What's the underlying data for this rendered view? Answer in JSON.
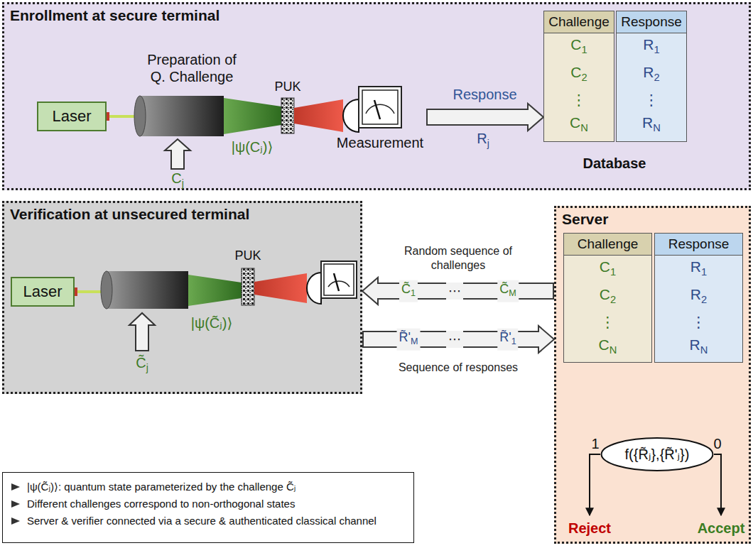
{
  "diagram": {
    "nodes": [
      {
        "text": [
          "Enrollment at secure terminal"
        ]
      },
      {
        "text": [
          "Laser"
        ],
        "in": 0
      },
      {
        "text": [
          "Preparation of Q. Challenge"
        ],
        "in": 0
      },
      {
        "text": [
          "PUK"
        ],
        "in": 0
      },
      {
        "text": [
          "Measurement"
        ],
        "in": 0
      },
      {
        "text": [
          "Challenge",
          "C1",
          "C2",
          "⋮",
          "CN"
        ],
        "in": 0
      },
      {
        "text": [
          "Response",
          "R1",
          "R2",
          "⋮",
          "RN"
        ],
        "in": 0
      },
      {
        "text": [
          "Verification at unsecured terminal"
        ]
      },
      {
        "text": [
          "Laser"
        ],
        "in": 7
      },
      {
        "text": [
          "PUK"
        ],
        "in": 7
      },
      {
        "text": [
          "Server"
        ]
      },
      {
        "text": [
          "Challenge",
          "C1",
          "C2",
          "⋮",
          "CN"
        ],
        "in": 10
      },
      {
        "text": [
          "Response",
          "R1",
          "R2",
          "⋮",
          "RN"
        ],
        "in": 10
      },
      {
        "text": [
          "f({R̃ⱼ},{R̃'ⱼ})"
        ],
        "in": 10
      },
      {
        "text": [
          "|ψ(C̃ⱼ)⟩: quantum state parameterized by the challenge C̃ⱼ",
          "Different challenges correspond to non-orthogonal states",
          "Server & verifier connected via a secure & authenticated classical channel"
        ]
      }
    ],
    "edges": [
      {
        "from": 4,
        "to": 5,
        "arrow": "to",
        "label": "Response"
      },
      {
        "from": 10,
        "to": 7,
        "arrow": "to",
        "label": "Random sequence of challenges"
      },
      {
        "from": 7,
        "to": 10,
        "arrow": "to",
        "label": "Sequence of responses"
      }
    ],
    "labels": [
      "Cj",
      "|ψ(Cⱼ)⟩",
      "Rj",
      "Database",
      "C̃j",
      "|ψ(C̃ⱼ)⟩",
      "C̃1",
      "⋯",
      "C̃M",
      "R̃'M",
      "⋯",
      "R̃'1",
      "1",
      "0",
      "Reject",
      "Accept"
    ]
  }
}
